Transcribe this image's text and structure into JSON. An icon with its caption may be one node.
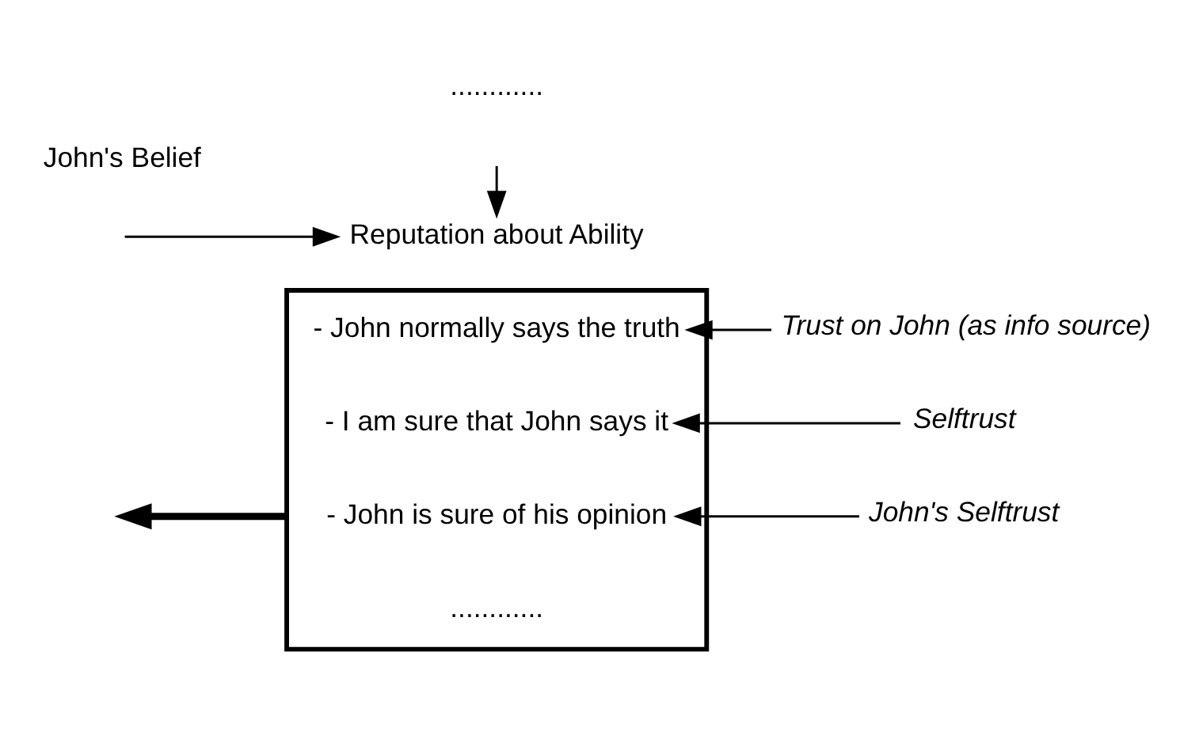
{
  "diagram": {
    "nodes": [
      {
        "text": [],
        "shape": "bracket"
      },
      {
        "text": [
          "- John normally says the truth"
        ],
        "in": 0
      },
      {
        "text": [
          "- I am sure that John says it"
        ],
        "in": 0
      },
      {
        "text": [
          "- John is sure of his opinion"
        ],
        "in": 0
      },
      {
        "text": [
          "............"
        ],
        "in": 0
      },
      {
        "text": [
          "John's Selftrust"
        ]
      },
      {
        "text": [
          "Selftrust"
        ]
      },
      {
        "text": [
          "Trust on John (as info source)"
        ]
      },
      {
        "text": [
          "Reputation about Ability"
        ]
      }
    ],
    "edges": [
      {
        "from": 0,
        "to": null,
        "arrow": "to",
        "style": "thick"
      },
      {
        "from": 5,
        "to": 3,
        "arrow": "to"
      },
      {
        "from": 6,
        "to": 2,
        "arrow": "to"
      },
      {
        "from": 7,
        "to": 1,
        "arrow": "to"
      },
      {
        "from": null,
        "to": 8,
        "arrow": "to"
      },
      {
        "from": null,
        "to": 8,
        "arrow": "to"
      }
    ],
    "labels": [
      "............",
      "John's Belief"
    ]
  }
}
